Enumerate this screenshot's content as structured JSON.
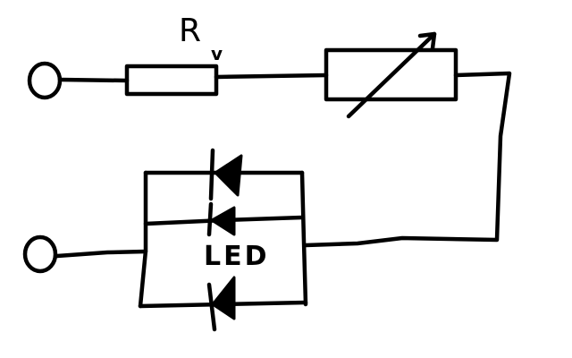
{
  "diagram": {
    "resistor_label_main": "R",
    "resistor_label_sub": "v",
    "led_label": "LED"
  },
  "colors": {
    "ink": "#000000",
    "paper": "#ffffff"
  }
}
